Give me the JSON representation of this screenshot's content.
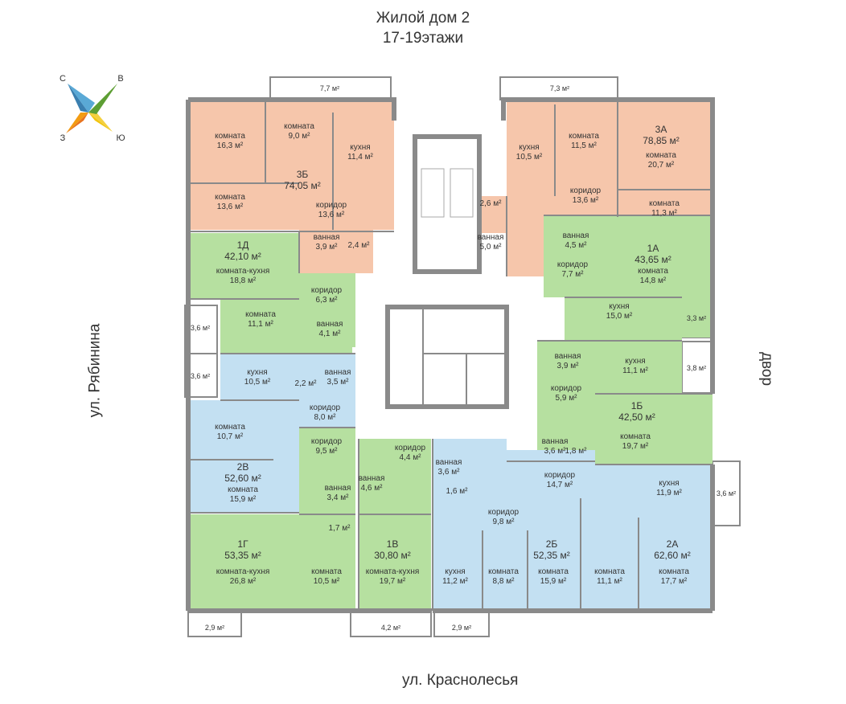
{
  "header": {
    "line1": "Жилой дом 2",
    "line2": "17-19этажи"
  },
  "streets": {
    "left": "ул. Рябинина",
    "right": "двор",
    "bottom": "ул. Краснолесья"
  },
  "compass": {
    "north": "С",
    "east": "В",
    "west": "З",
    "south": "Ю"
  },
  "colors": {
    "orange": "#f6c6ab",
    "green": "#b6e0a0",
    "blue": "#c3e0f2",
    "wall": "#8a8a8a",
    "core": "#ffffff"
  },
  "apartments": {
    "a3B": {
      "num": "3Б",
      "area": "74,05 м²"
    },
    "a3A": {
      "num": "3А",
      "area": "78,85 м²"
    },
    "a1D": {
      "num": "1Д",
      "area": "42,10 м²"
    },
    "a1A": {
      "num": "1А",
      "area": "43,65 м²"
    },
    "a1B": {
      "num": "1Б",
      "area": "42,50 м²"
    },
    "a2V": {
      "num": "2В",
      "area": "52,60 м²"
    },
    "a1G": {
      "num": "1Г",
      "area": "53,35 м²"
    },
    "a1V": {
      "num": "1В",
      "area": "30,80 м²"
    },
    "a2B": {
      "num": "2Б",
      "area": "52,35 м²"
    },
    "a2A": {
      "num": "2А",
      "area": "62,60 м²"
    }
  },
  "rooms": {
    "r01": {
      "name": "комната",
      "area": "16,3 м²"
    },
    "r02": {
      "name": "комната",
      "area": "9,0 м²"
    },
    "r03": {
      "name": "кухня",
      "area": "11,4 м²"
    },
    "r04": {
      "name": "комната",
      "area": "13,6 м²"
    },
    "r05": {
      "name": "коридор",
      "area": "13,6 м²"
    },
    "r06": {
      "name": "ванная",
      "area": "3,9 м²"
    },
    "r07": {
      "name": "",
      "area": "2,4 м²"
    },
    "r08": {
      "name": "кухня",
      "area": "10,5 м²"
    },
    "r09": {
      "name": "комната",
      "area": "11,5 м²"
    },
    "r10": {
      "name": "комната",
      "area": "20,7 м²"
    },
    "r11": {
      "name": "",
      "area": "2,6 м²"
    },
    "r12": {
      "name": "коридор",
      "area": "13,6 м²"
    },
    "r13": {
      "name": "комната",
      "area": "11,3 м²"
    },
    "r14": {
      "name": "ванная",
      "area": "5,0 м²"
    },
    "r15": {
      "name": "комната-кухня",
      "area": "18,8 м²"
    },
    "r16": {
      "name": "коридор",
      "area": "6,3 м²"
    },
    "r17": {
      "name": "комната",
      "area": "11,1 м²"
    },
    "r18": {
      "name": "ванная",
      "area": "4,1 м²"
    },
    "r19": {
      "name": "ванная",
      "area": "4,5 м²"
    },
    "r20": {
      "name": "коридор",
      "area": "7,7 м²"
    },
    "r21": {
      "name": "комната",
      "area": "14,8 м²"
    },
    "r22": {
      "name": "кухня",
      "area": "15,0 м²"
    },
    "r23": {
      "name": "кухня",
      "area": "10,5 м²"
    },
    "r24": {
      "name": "",
      "area": "2,2 м²"
    },
    "r25": {
      "name": "ванная",
      "area": "3,5 м²"
    },
    "r26": {
      "name": "коридор",
      "area": "8,0 м²"
    },
    "r27": {
      "name": "комната",
      "area": "10,7 м²"
    },
    "r28": {
      "name": "ванная",
      "area": "3,9 м²"
    },
    "r29": {
      "name": "кухня",
      "area": "11,1 м²"
    },
    "r30": {
      "name": "коридор",
      "area": "5,9 м²"
    },
    "r31": {
      "name": "комната",
      "area": "19,7 м²"
    },
    "r32": {
      "name": "коридор",
      "area": "9,5 м²"
    },
    "r33": {
      "name": "коридор",
      "area": "4,4 м²"
    },
    "r34": {
      "name": "ванная",
      "area": "3,6 м²"
    },
    "r35": {
      "name": "ванная",
      "area": "3,6 м²"
    },
    "r36": {
      "name": "",
      "area": "1,8 м²"
    },
    "r37": {
      "name": "комната",
      "area": "15,9 м²"
    },
    "r38": {
      "name": "ванная",
      "area": "3,4 м²"
    },
    "r39": {
      "name": "ванная",
      "area": "4,6 м²"
    },
    "r40": {
      "name": "",
      "area": "1,6 м²"
    },
    "r41": {
      "name": "коридор",
      "area": "14,7 м²"
    },
    "r42": {
      "name": "кухня",
      "area": "11,9 м²"
    },
    "r43": {
      "name": "",
      "area": "1,7 м²"
    },
    "r44": {
      "name": "коридор",
      "area": "9,8 м²"
    },
    "r45": {
      "name": "комната-кухня",
      "area": "26,8 м²"
    },
    "r46": {
      "name": "комната",
      "area": "10,5 м²"
    },
    "r47": {
      "name": "комната-кухня",
      "area": "19,7 м²"
    },
    "r48": {
      "name": "кухня",
      "area": "11,2 м²"
    },
    "r49": {
      "name": "комната",
      "area": "8,8 м²"
    },
    "r50": {
      "name": "комната",
      "area": "15,9 м²"
    },
    "r51": {
      "name": "комната",
      "area": "11,1 м²"
    },
    "r52": {
      "name": "комната",
      "area": "17,7 м²"
    }
  },
  "balconies": {
    "b01": "7,7 м²",
    "b02": "7,3 м²",
    "b03": "3,6 м²",
    "b04": "3,6 м²",
    "b05": "3,3 м²",
    "b06": "3,8 м²",
    "b07": "3,6 м²",
    "b08": "2,9 м²",
    "b09": "4,2 м²",
    "b10": "2,9 м²"
  }
}
